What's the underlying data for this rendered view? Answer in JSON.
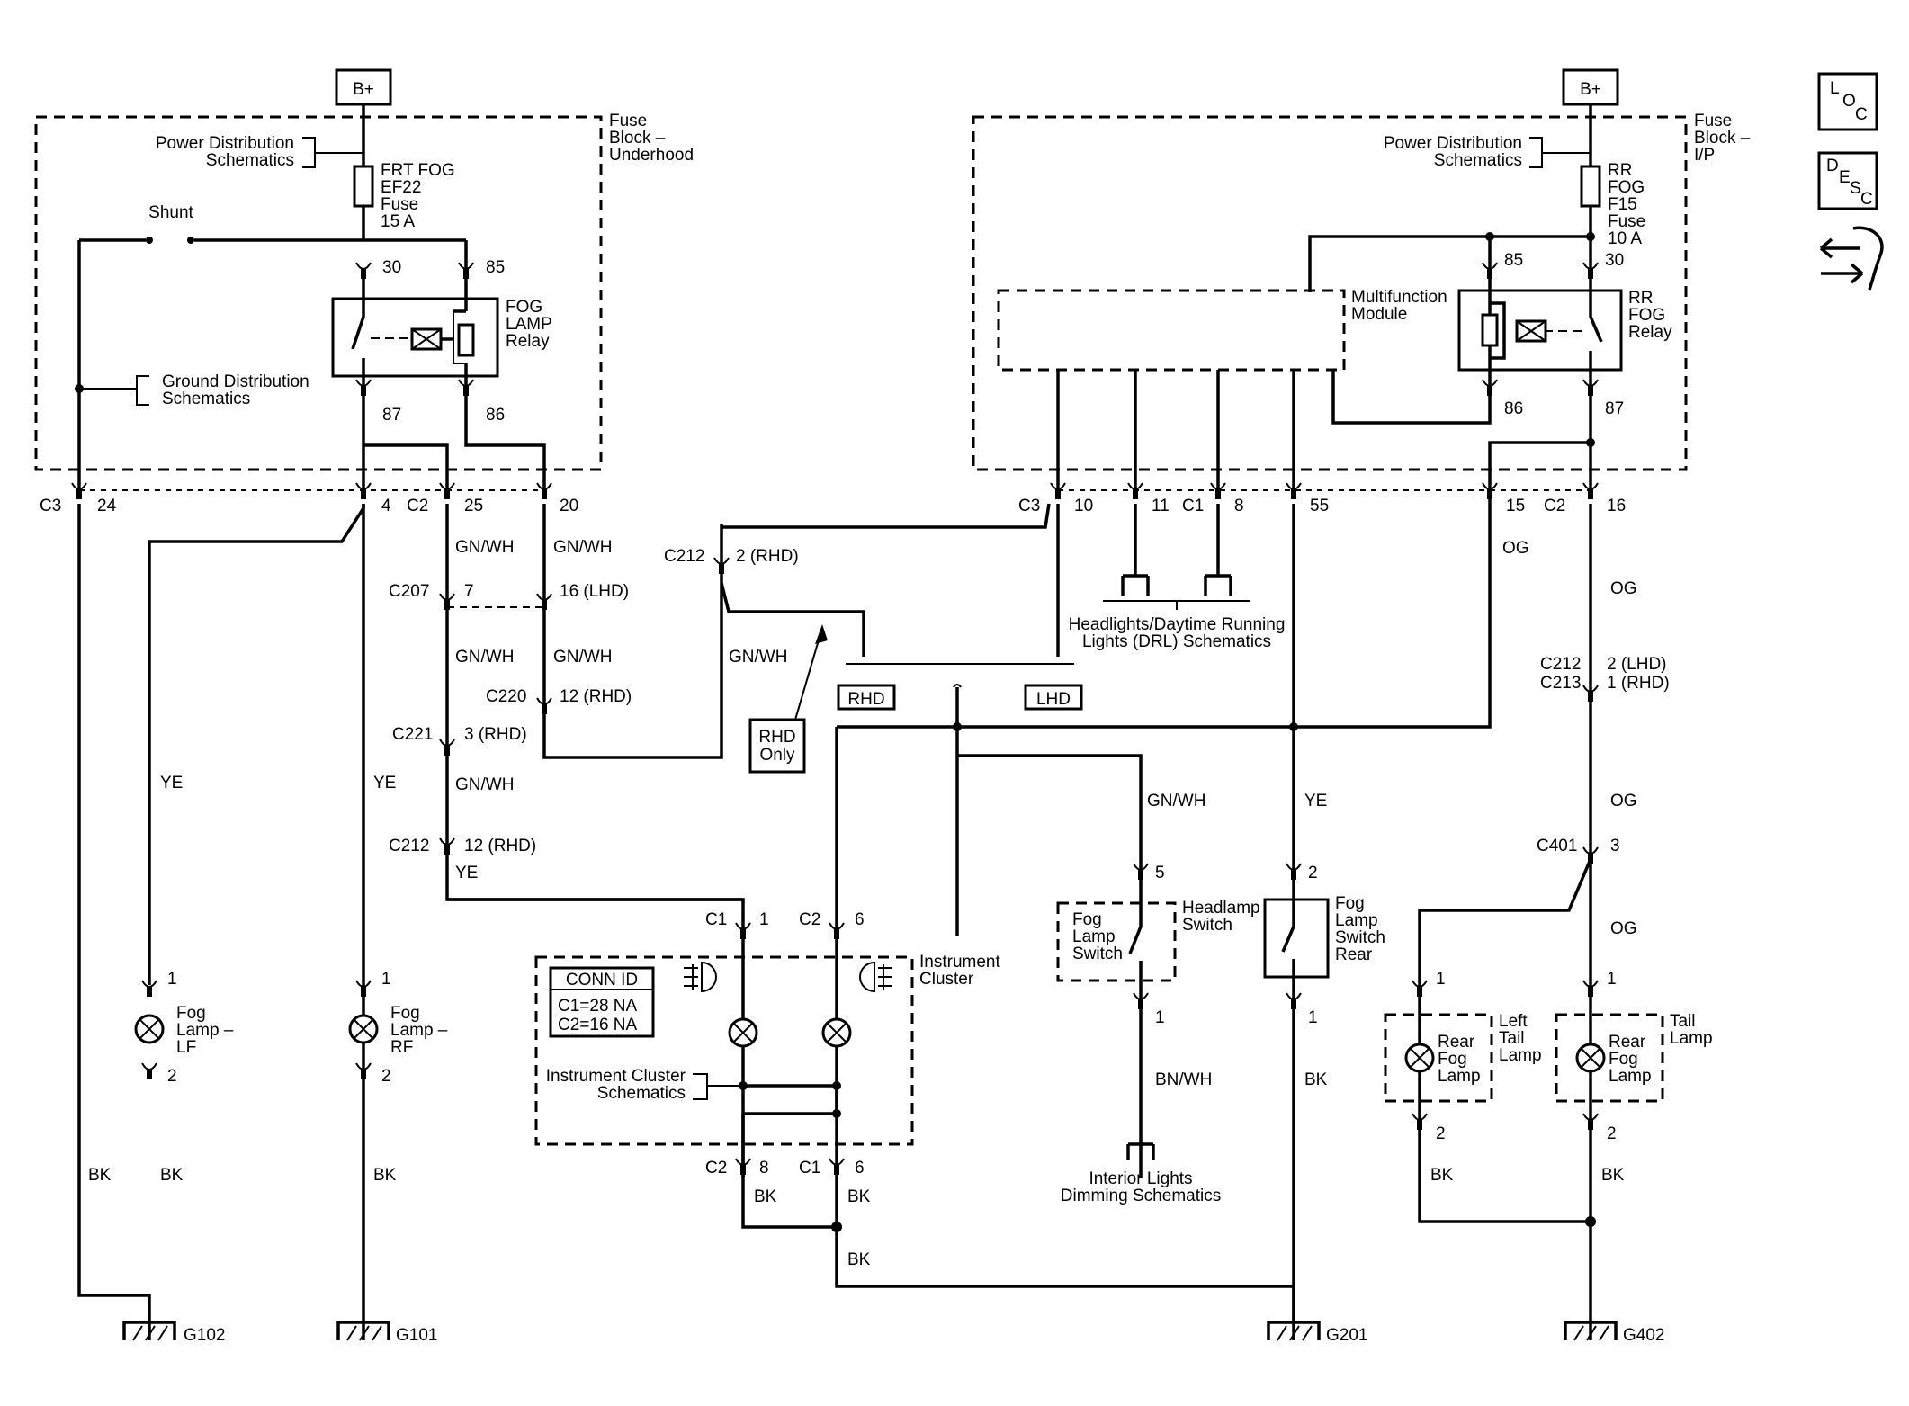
{
  "bplus": "B+",
  "locator": {
    "loc": [
      "L",
      "O",
      "C"
    ],
    "desc": [
      "D",
      "E",
      "S",
      "C"
    ]
  },
  "left_fuse": {
    "block_label": [
      "Fuse",
      "Block –",
      "Underhood"
    ],
    "pds": [
      "Power Distribution",
      "Schematics"
    ],
    "fuse": [
      "FRT FOG",
      "EF22",
      "Fuse",
      "15 A"
    ],
    "shunt": "Shunt",
    "relay": [
      "FOG",
      "LAMP",
      "Relay"
    ],
    "gds": [
      "Ground Distribution",
      "Schematics"
    ],
    "pins": {
      "p30": "30",
      "p85": "85",
      "p87": "87",
      "p86": "86"
    }
  },
  "right_fuse": {
    "block_label": [
      "Fuse",
      "Block –",
      "I/P"
    ],
    "pds": [
      "Power Distribution",
      "Schematics"
    ],
    "fuse": [
      "RR",
      "FOG",
      "F15",
      "Fuse",
      "10 A"
    ],
    "relay": [
      "RR",
      "FOG",
      "Relay"
    ],
    "mfm": [
      "Multifunction",
      "Module"
    ],
    "pins": {
      "p85": "85",
      "p30": "30",
      "p86": "86",
      "p87": "87"
    }
  },
  "connectors": {
    "c3": "C3",
    "c2": "C2",
    "c1": "C1",
    "c207": "C207",
    "c220": "C220",
    "c221": "C221",
    "c212": "C212",
    "c213": "C213",
    "c401": "C401",
    "n24": "24",
    "n4": "4",
    "n25": "25",
    "n20": "20",
    "n10": "10",
    "n11": "11",
    "n8": "8",
    "n55": "55",
    "n15": "15",
    "n16": "16",
    "n7": "7",
    "n16lhd": "16 (LHD)",
    "n12rhd": "12 (RHD)",
    "n3rhd": "3 (RHD)",
    "n2rhd": "2 (RHD)",
    "n2lhd": "2 (LHD)",
    "n1rhd": "1 (RHD)",
    "n1": "1",
    "n2": "2",
    "n3": "3",
    "n5": "5",
    "n6": "6"
  },
  "wires": {
    "gnwh": "GN/WH",
    "ye": "YE",
    "bk": "BK",
    "og": "OG",
    "bnwh": "BN/WH"
  },
  "labels": {
    "drl": [
      "Headlights/Daytime Running",
      "Lights (DRL) Schematics"
    ],
    "rhd": "RHD",
    "lhd": "LHD",
    "rhd_only": [
      "RHD",
      "Only"
    ],
    "conn_id": "CONN ID",
    "conn_c1": "C1=28 NA",
    "conn_c2": "C2=16 NA",
    "ics": [
      "Instrument Cluster",
      "Schematics"
    ],
    "ic": [
      "Instrument",
      "Cluster"
    ],
    "fog_lf": [
      "Fog",
      "Lamp –",
      "LF"
    ],
    "fog_rf": [
      "Fog",
      "Lamp –",
      "RF"
    ],
    "fls": [
      "Fog",
      "Lamp",
      "Switch"
    ],
    "hs": [
      "Headlamp",
      "Switch"
    ],
    "flsr": [
      "Fog",
      "Lamp",
      "Switch",
      "Rear"
    ],
    "ild": [
      "Interior Lights",
      "Dimming Schematics"
    ],
    "ltl": [
      "Left",
      "Tail",
      "Lamp"
    ],
    "tl": [
      "Tail",
      "Lamp"
    ],
    "rfl": [
      "Rear",
      "Fog",
      "Lamp"
    ]
  },
  "grounds": {
    "g102": "G102",
    "g101": "G101",
    "g201": "G201",
    "g402": "G402"
  }
}
